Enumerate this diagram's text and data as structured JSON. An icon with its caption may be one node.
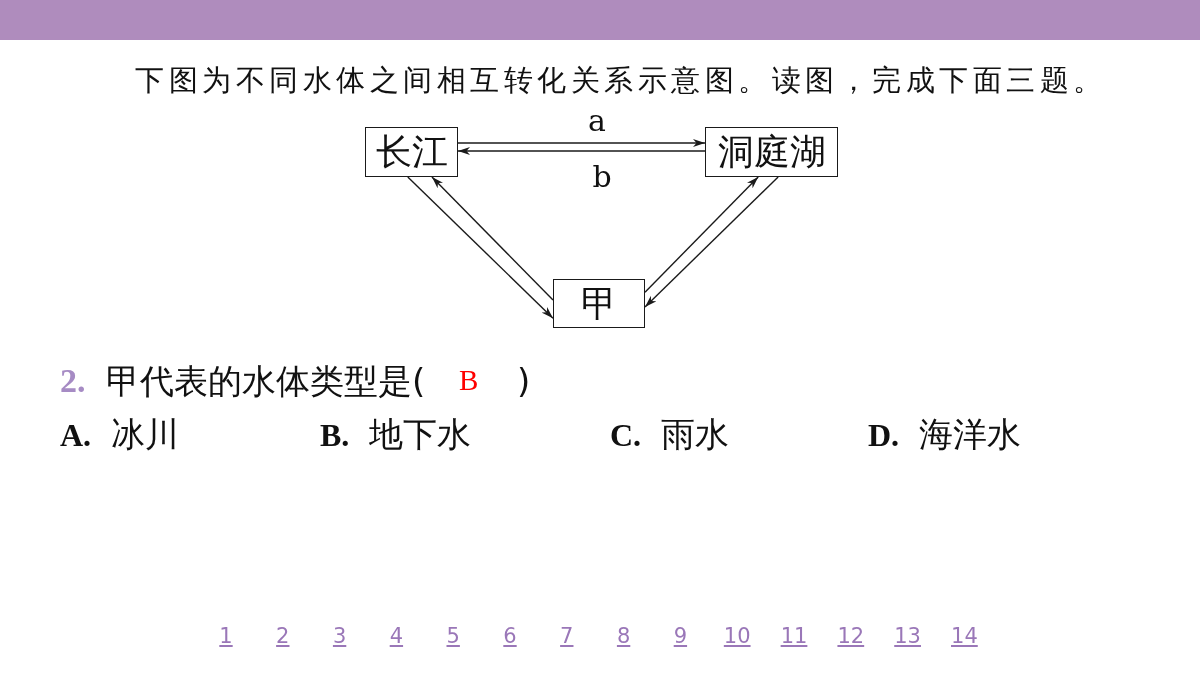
{
  "diagram": {
    "title": "下图为不同水体之间相互转化关系示意图。读图，完成下面三题。",
    "nodes": [
      {
        "text": [
          "长江"
        ]
      },
      {
        "text": [
          "洞庭湖"
        ]
      },
      {
        "text": [
          "甲"
        ]
      }
    ],
    "edges": [
      {
        "from": 0,
        "to": 1,
        "arrow": "to",
        "label": "a"
      },
      {
        "from": 1,
        "to": 0,
        "arrow": "to",
        "label": "b"
      },
      {
        "from": 0,
        "to": 2,
        "arrow": "to"
      },
      {
        "from": 2,
        "to": 0,
        "arrow": "to"
      },
      {
        "from": 2,
        "to": 1,
        "arrow": "to"
      },
      {
        "from": 1,
        "to": 2,
        "arrow": "to"
      }
    ],
    "labels": [
      "2.",
      "甲代表的水体类型是(",
      "B",
      ")",
      "**A.** 冰川",
      "**B.** 地下水",
      "**C.** 雨水",
      "**D.** 海洋水",
      "1",
      "2",
      "3",
      "4",
      "5",
      "6",
      "7",
      "8",
      "9",
      "10",
      "11",
      "12",
      "13",
      "14"
    ]
  }
}
